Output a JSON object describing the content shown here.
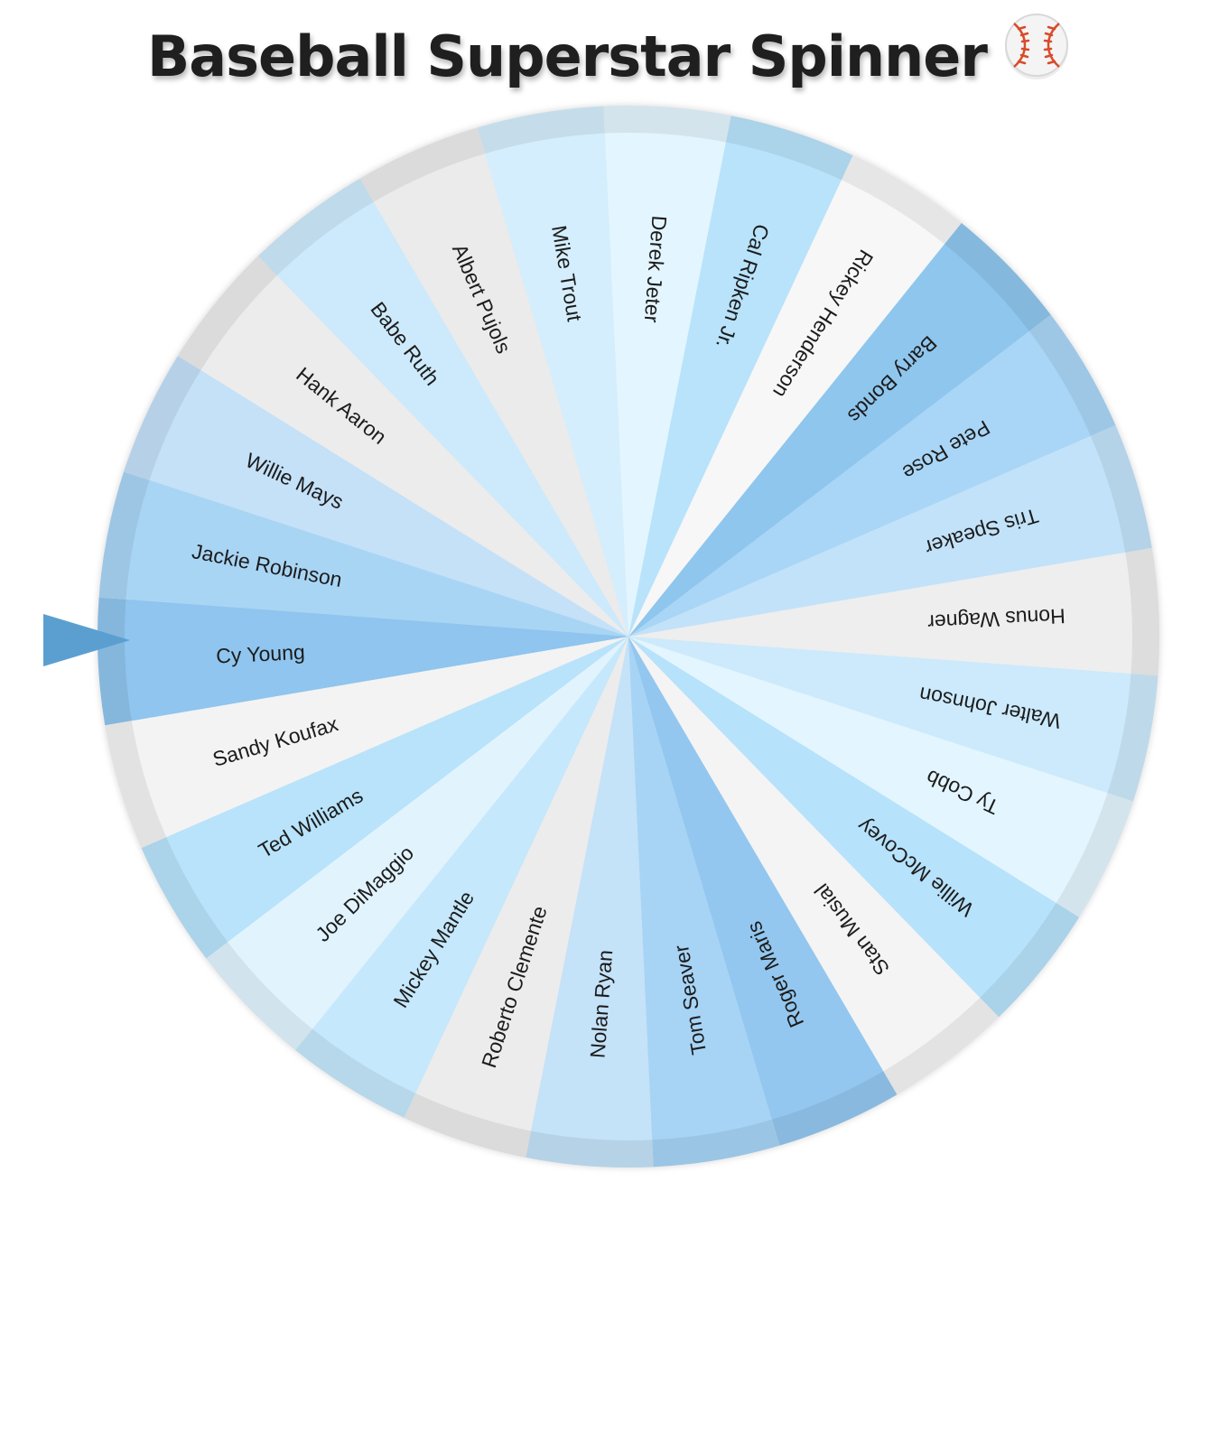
{
  "header": {
    "title": "Baseball Superstar Spinner",
    "icon": "baseball-icon"
  },
  "wheel": {
    "rotation_offset_deg": -65,
    "segments": [
      {
        "label": "Rickey Henderson",
        "color": "#f7f7f7"
      },
      {
        "label": "Barry Bonds",
        "color": "#8fc6ee"
      },
      {
        "label": "Pete Rose",
        "color": "#a9d6f6"
      },
      {
        "label": "Tris Speaker",
        "color": "#c2e2f9"
      },
      {
        "label": "Honus Wagner",
        "color": "#eeeeee"
      },
      {
        "label": "Walter Johnson",
        "color": "#cceafc"
      },
      {
        "label": "Ty Cobb",
        "color": "#e3f5fe"
      },
      {
        "label": "Willie McCovey",
        "color": "#b7e2fb"
      },
      {
        "label": "Stan Musial",
        "color": "#f4f4f4"
      },
      {
        "label": "Roger Maris",
        "color": "#93c7ef"
      },
      {
        "label": "Tom Seaver",
        "color": "#a7d4f5"
      },
      {
        "label": "Nolan Ryan",
        "color": "#c4e2f8"
      },
      {
        "label": "Roberto Clemente",
        "color": "#ececec"
      },
      {
        "label": "Mickey Mantle",
        "color": "#c5e8fc"
      },
      {
        "label": "Joe DiMaggio",
        "color": "#e1f4fe"
      },
      {
        "label": "Ted Williams",
        "color": "#b8e3fb"
      },
      {
        "label": "Sandy Koufax",
        "color": "#f3f3f3"
      },
      {
        "label": "Cy Young",
        "color": "#8fc5ee"
      },
      {
        "label": "Jackie Robinson",
        "color": "#a9d5f5"
      },
      {
        "label": "Willie Mays",
        "color": "#c4e1f8"
      },
      {
        "label": "Hank Aaron",
        "color": "#ececec"
      },
      {
        "label": "Babe Ruth",
        "color": "#cdeafc"
      },
      {
        "label": "Albert Pujols",
        "color": "#ebebeb"
      },
      {
        "label": "Mike Trout",
        "color": "#d4eefd"
      },
      {
        "label": "Derek Jeter",
        "color": "#e3f5fe"
      },
      {
        "label": "Cal Ripken Jr.",
        "color": "#b8e3fb"
      }
    ]
  }
}
